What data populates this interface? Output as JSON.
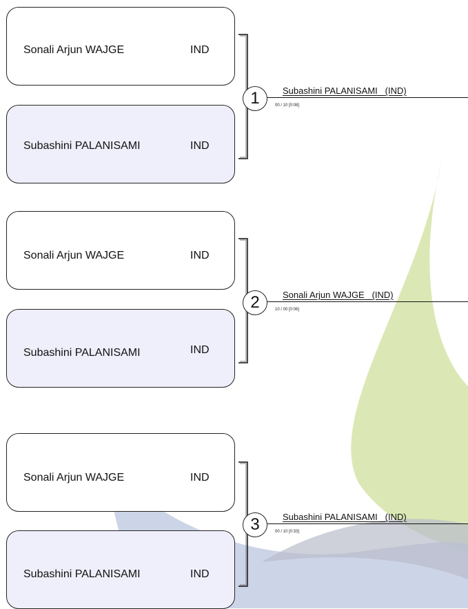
{
  "bouts": [
    {
      "number": "1",
      "top": {
        "name": "Sonali Arjun WAJGE",
        "country": "IND"
      },
      "bottom": {
        "name": "Subashini PALANISAMI",
        "country": "IND"
      },
      "winner": "Subashini PALANISAMI",
      "winner_country": "(IND)",
      "score": "00 / 10 [0:08]"
    },
    {
      "number": "2",
      "top": {
        "name": "Sonali Arjun WAJGE",
        "country": "IND"
      },
      "bottom": {
        "name": "Subashini PALANISAMI",
        "country": "IND"
      },
      "winner": "Sonali Arjun WAJGE",
      "winner_country": "(IND)",
      "score": "10 / 00 [0:06]"
    },
    {
      "number": "3",
      "top": {
        "name": "Sonali Arjun WAJGE",
        "country": "IND"
      },
      "bottom": {
        "name": "Subashini PALANISAMI",
        "country": "IND"
      },
      "winner": "Subashini PALANISAMI",
      "winner_country": "(IND)",
      "score": "00 / 10 [0:33]"
    }
  ],
  "colors": {
    "top_box": "#ffffff",
    "bottom_box": "#efeffb",
    "watermark_green": "#d7e6ad",
    "watermark_blue": "#c3cde3"
  }
}
